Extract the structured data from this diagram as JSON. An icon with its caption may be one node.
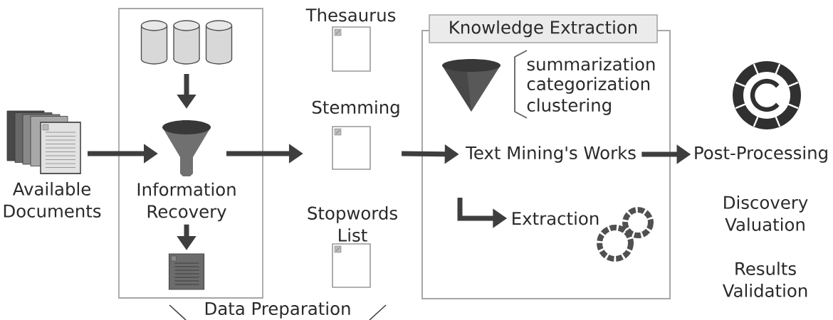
{
  "diagram": {
    "nodes": [
      {
        "text": [
          "Available Documents"
        ]
      },
      {
        "text": [],
        "shape": "box"
      },
      {
        "text": [],
        "shape": "cylinder",
        "in": 1
      },
      {
        "text": [
          "Information Recovery"
        ],
        "in": 1
      },
      {
        "text": [],
        "shape": "document",
        "in": 1
      },
      {
        "text": [
          "Thesaurus"
        ]
      },
      {
        "text": [
          "Stemming"
        ]
      },
      {
        "text": [
          "Stopwords List"
        ]
      },
      {
        "text": [
          "Knowledge Extraction"
        ]
      },
      {
        "text": [
          "Text Mining's Works"
        ],
        "in": 8
      },
      {
        "text": [
          "Extraction"
        ],
        "in": 8
      },
      {
        "text": [
          "Post-Processing"
        ]
      }
    ],
    "edges": [
      {
        "from": 0,
        "to": 3,
        "arrow": "to"
      },
      {
        "from": 2,
        "to": 3,
        "arrow": "to"
      },
      {
        "from": 3,
        "to": 4,
        "arrow": "to"
      },
      {
        "from": 3,
        "to": 6,
        "arrow": "to"
      },
      {
        "from": 6,
        "to": 9,
        "arrow": "to"
      },
      {
        "from": 9,
        "to": 11,
        "arrow": "to"
      },
      {
        "from": null,
        "to": 10,
        "arrow": "to"
      }
    ],
    "labels": [
      "summarization",
      "categorization",
      "clustering",
      "Discovery Valuation",
      "Results Validation",
      "Data Preparation"
    ]
  }
}
